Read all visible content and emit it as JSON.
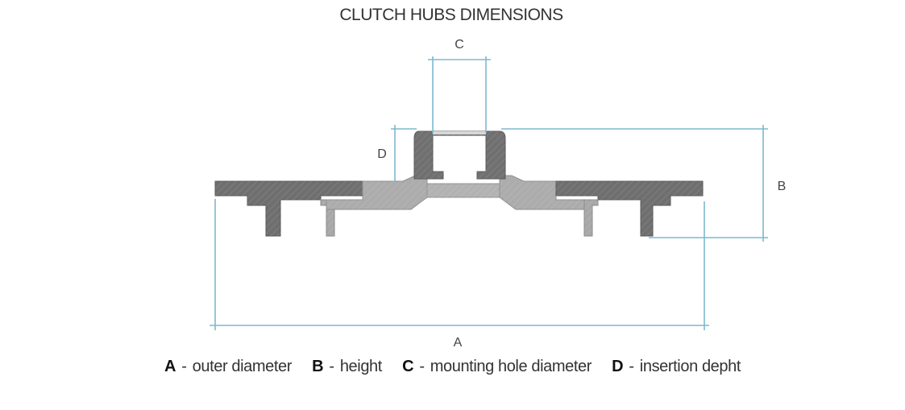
{
  "title": "CLUTCH HUBS DIMENSIONS",
  "dimension_labels": {
    "a": "A",
    "b": "B",
    "c": "C",
    "d": "D"
  },
  "legend": [
    {
      "key": "A",
      "separator": "-",
      "text": "outer diameter"
    },
    {
      "key": "B",
      "separator": "-",
      "text": "height"
    },
    {
      "key": "C",
      "separator": "-",
      "text": "mounting hole diameter"
    },
    {
      "key": "D",
      "separator": "-",
      "text": "insertion depht"
    }
  ],
  "colors": {
    "dimension_line": "#7fb8cf",
    "part_dark": "#6b6b6b",
    "part_light": "#a9a9a9",
    "edge": "#555555"
  }
}
